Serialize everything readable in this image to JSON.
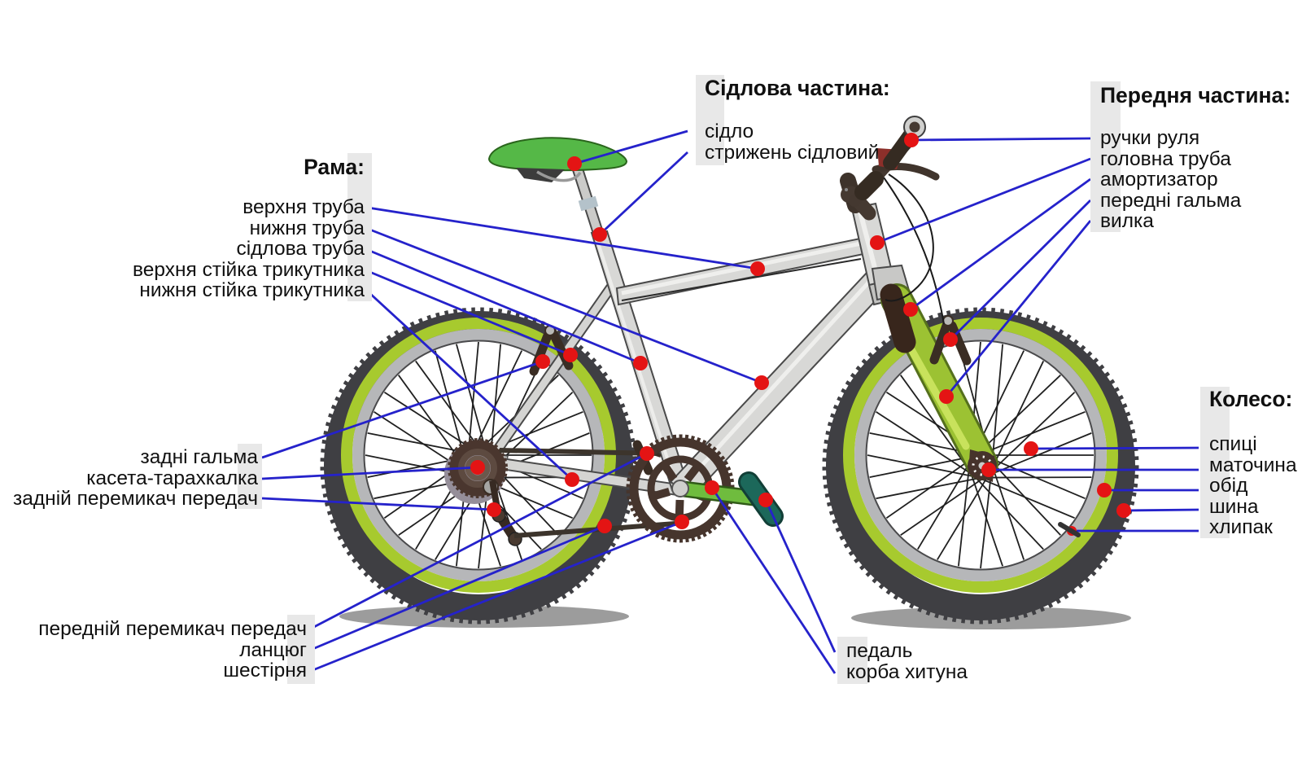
{
  "groups": {
    "saddle": {
      "title": "Сідлова частина:",
      "items": [
        "сідло",
        "стрижень сідловий"
      ]
    },
    "frame": {
      "title": "Рама:",
      "items": [
        "верхня труба",
        "нижня труба",
        "сідлова труба",
        "верхня стійка трикутника",
        "нижня стійка трикутника"
      ]
    },
    "front": {
      "title": "Передня частина:",
      "items": [
        "ручки руля",
        "головна труба",
        "амортизатор",
        "передні гальма",
        "вилка"
      ]
    },
    "rear_hub": {
      "items": [
        "задні гальма",
        "касета-тарахкалка",
        "задній перемикач передач"
      ]
    },
    "drivetrain": {
      "items": [
        "передній перемикач передач",
        "ланцюг",
        "шестірня"
      ]
    },
    "wheel": {
      "title": "Колесо:",
      "items": [
        "спиці",
        "маточина",
        "обід",
        "шина",
        "хлипак"
      ]
    },
    "crank": {
      "items": [
        "педаль",
        "корба хитуна"
      ]
    }
  },
  "colors": {
    "connector_line": "#2522cb",
    "marker_dot": "#e41414",
    "rim_green": "#a7ca2e",
    "marker_dot_small": "#e41414",
    "frame_silver": "#d8d8d6",
    "saddle_green": "#55b847",
    "fork_green": "#9cc233",
    "crank_green": "#6fbc3e",
    "pedal_teal": "#1c685a",
    "tire_dark": "#3f3f43",
    "label_bg": "#e8e8e8"
  }
}
